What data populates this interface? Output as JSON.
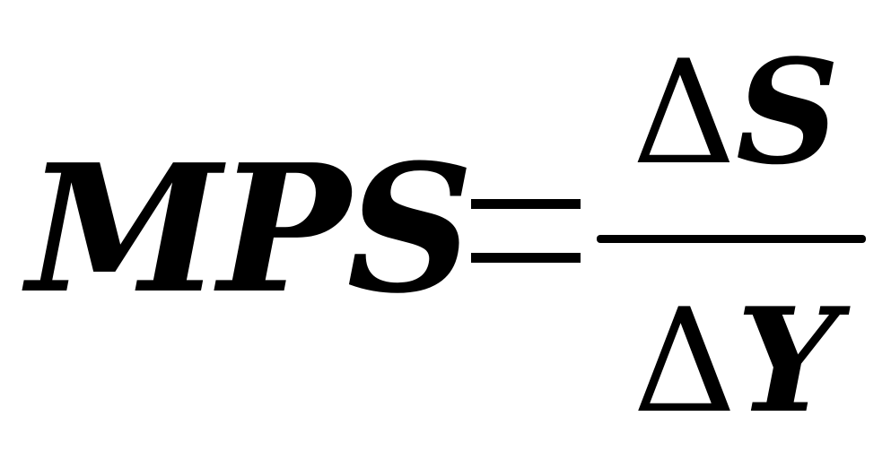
{
  "formula": {
    "lhs": "MPS",
    "numerator": {
      "delta": "Δ",
      "variable": "S"
    },
    "denominator": {
      "delta": "Δ",
      "variable": "Y"
    }
  }
}
